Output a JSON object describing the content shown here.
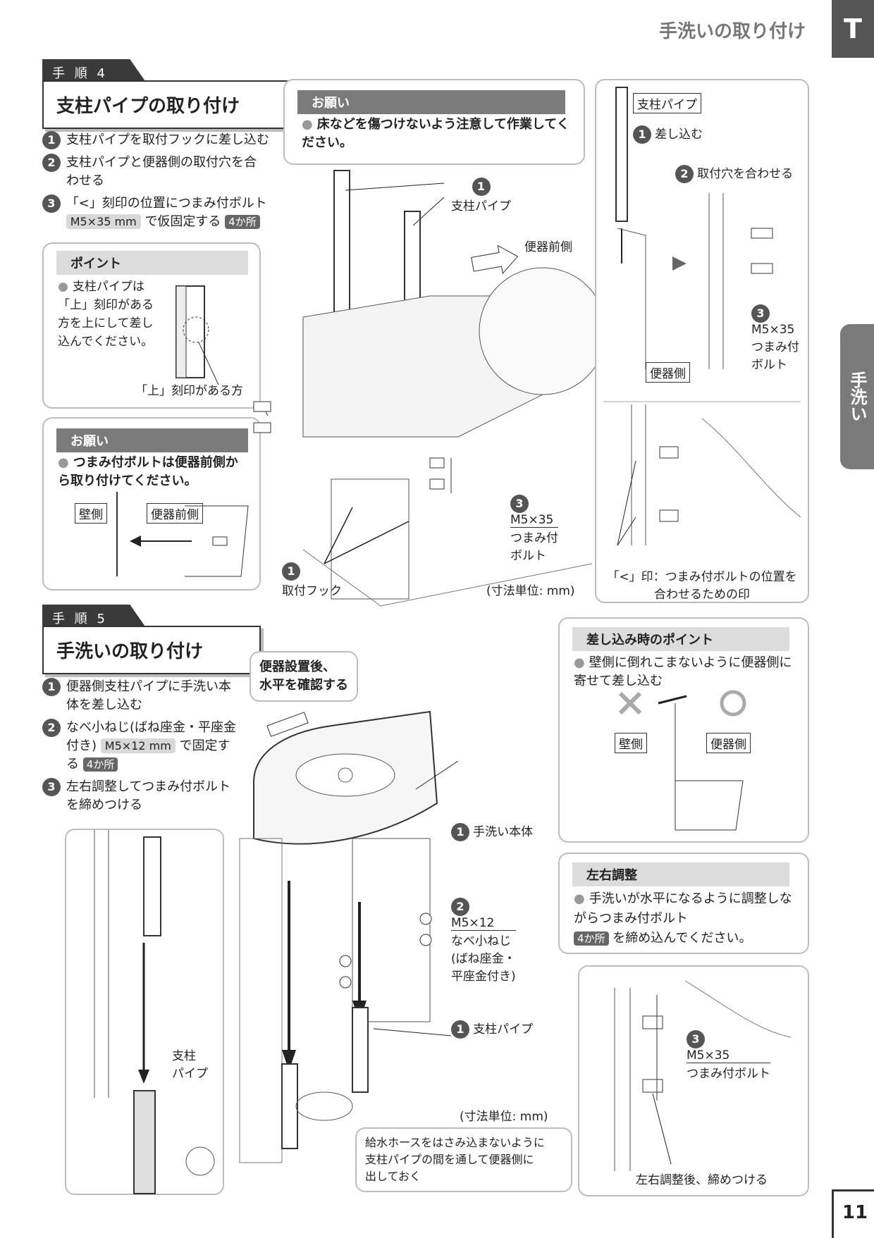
{
  "header": {
    "section_title": "手洗いの取り付け",
    "section_letter": "T",
    "side_tab": "手洗い",
    "page_number": "11"
  },
  "step4": {
    "tab": "手 順 4",
    "title": "支柱パイプの取り付け",
    "items": [
      {
        "num": "1",
        "text": "支柱パイプを取付フックに差し込む"
      },
      {
        "num": "2",
        "text": "支柱パイプと便器側の取付穴を合わせる"
      },
      {
        "num": "3",
        "text": "「<」刻印の位置につまみ付ボルト",
        "tag": "M5×35 mm",
        "after": "で仮固定する",
        "count": "4か所"
      }
    ],
    "point": {
      "head": "ポイント",
      "text": "支柱パイプは「上」刻印がある方を上にして差し込んでください。",
      "caption": "「上」刻印がある方"
    },
    "request": {
      "head": "お願い",
      "text": "つまみ付ボルトは便器前側から取り付けてください。",
      "label_wall": "壁側",
      "label_front": "便器前側"
    },
    "request_top": {
      "head": "お願い",
      "text": "床などを傷つけないよう注意して作業してください。"
    },
    "diagram": {
      "pipe_label": "支柱パイプ",
      "front_label": "便器前側",
      "hook_label": "取付フック",
      "bolt_size": "M5×35",
      "bolt_name": "つまみ付\nボルト",
      "unit": "(寸法単位: mm)"
    },
    "detail": {
      "pipe_label": "支柱パイプ",
      "insert": "差し込む",
      "align": "取付穴を合わせる",
      "bolt_size": "M5×35",
      "bolt_name": "つまみ付\nボルト",
      "toilet_side": "便器側",
      "caption": "「<」印：つまみ付ボルトの位置を\n合わせるための印"
    }
  },
  "step5": {
    "tab": "手 順 5",
    "title": "手洗いの取り付け",
    "items": [
      {
        "num": "1",
        "text": "便器側支柱パイプに手洗い本体を差し込む"
      },
      {
        "num": "2",
        "text": "なべ小ねじ(ばね座金・平座金付き)",
        "tag": "M5×12 mm",
        "after": "で固定する",
        "count": "4か所"
      },
      {
        "num": "3",
        "text": "左右調整してつまみ付ボルトを締めつける"
      }
    ],
    "callout": "便器設置後、\n水平を確認する",
    "pipe_label": "支柱\nパイプ",
    "diagram": {
      "body_label": "手洗い本体",
      "screw_size": "M5×12",
      "screw_name": "なべ小ねじ\n(ばね座金・\n平座金付き)",
      "pipe_label": "支柱パイプ",
      "unit": "(寸法単位: mm)",
      "hose_note": "給水ホースをはさみ込まないように\n支柱パイプの間を通して便器側に\n出しておく"
    },
    "insert_point": {
      "head": "差し込み時のポイント",
      "text": "壁側に倒れこまないように便器側に寄せて差し込む",
      "wall": "壁側",
      "toilet": "便器側"
    },
    "adjust": {
      "head": "左右調整",
      "text": "手洗いが水平になるように調整しながらつまみ付ボルト",
      "count": "4か所",
      "after": "を締め込んでください。"
    },
    "adjust_detail": {
      "bolt_size": "M5×35",
      "bolt_name": "つまみ付ボルト",
      "caption": "左右調整後、締めつける"
    }
  }
}
